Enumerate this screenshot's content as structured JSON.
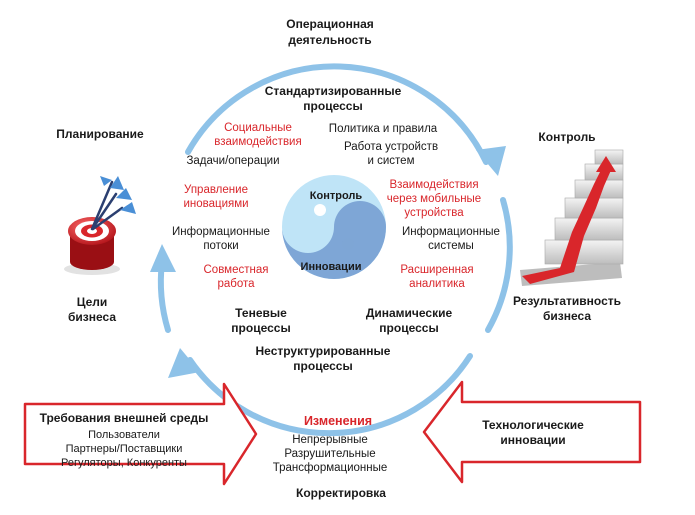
{
  "colors": {
    "ring": "#8ec2e8",
    "red": "#d9262b",
    "text": "#1a1a1a",
    "yin_light": "#bfe4f7",
    "yin_dark": "#7ea6d6"
  },
  "corners": {
    "top": [
      "Операционная",
      "деятельность"
    ],
    "left": "Планирование",
    "right": "Контроль",
    "left_goal": [
      "Цели",
      "бизнеса"
    ],
    "right_result": [
      "Результативность",
      "бизнеса"
    ],
    "bottom": "Корректировка"
  },
  "ring": {
    "standardized": [
      "Стандартизированные",
      "процессы"
    ],
    "social": [
      "Социальные",
      "взаимодействия"
    ],
    "policy": "Политика и правила",
    "devices": [
      "Работа устройств",
      "и систем"
    ],
    "tasks": "Задачи/операции",
    "innovation_mgmt": [
      "Управление",
      "иновациями"
    ],
    "mobile": [
      "Взаимодействия",
      "через мобильные",
      "устройства"
    ],
    "info_flows": [
      "Информационные",
      "потоки"
    ],
    "info_systems": [
      "Информационные",
      "системы"
    ],
    "teamwork": [
      "Совместная",
      "работа"
    ],
    "analytics": [
      "Расширенная",
      "аналитика"
    ],
    "shadow": [
      "Теневые",
      "процессы"
    ],
    "dynamic": [
      "Динамические",
      "процессы"
    ],
    "unstructured": [
      "Неструктурированные",
      "процессы"
    ]
  },
  "yinyang": {
    "top": "Контроль",
    "bottom": "Инновации"
  },
  "bottom": {
    "changes": "Изменения",
    "change_types": [
      "Непрерывные",
      "Разрушительные",
      "Трансформационные"
    ]
  },
  "external": {
    "title": "Требования внешней среды",
    "lines": [
      "Пользователи",
      "Партнеры/Поставщики",
      "Регуляторы, Конкуренты"
    ]
  },
  "tech": [
    "Технологические",
    "инновации"
  ]
}
